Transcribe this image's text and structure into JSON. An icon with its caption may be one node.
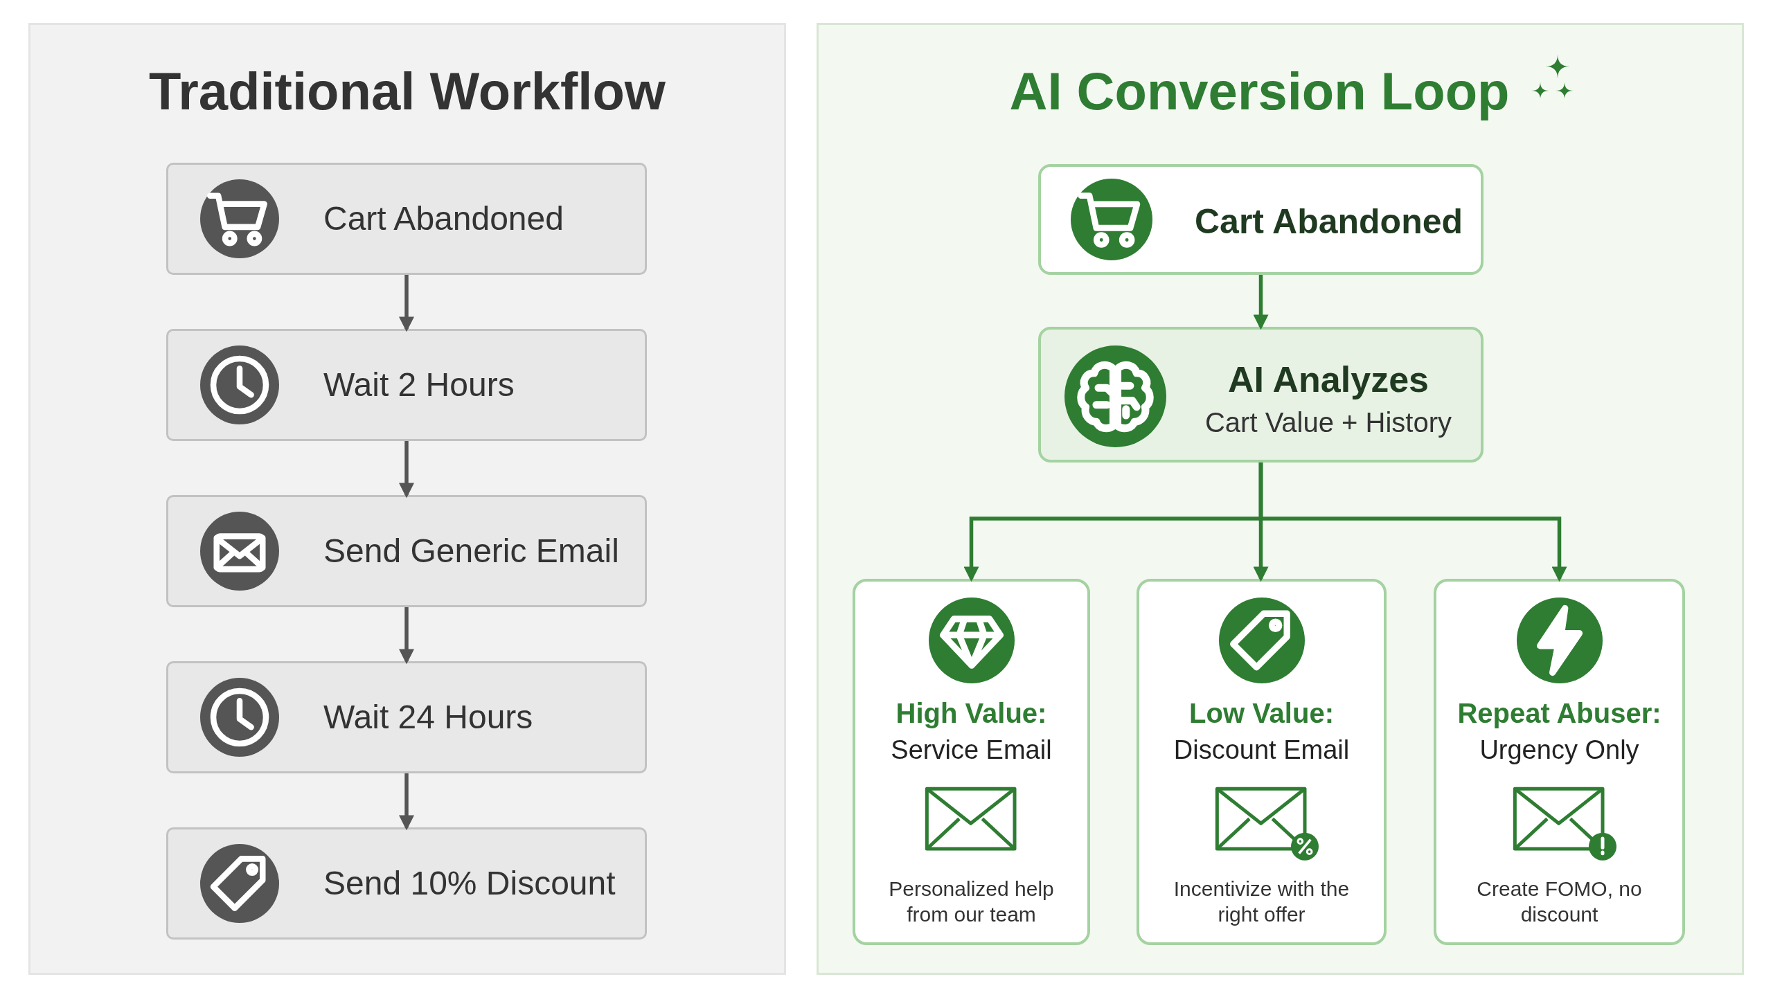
{
  "diagram": {
    "nodes": [
      {
        "text": [
          "Traditional Workflow"
        ]
      },
      {
        "text": [
          "Cart Abandoned"
        ],
        "in": 0
      },
      {
        "text": [
          "Wait 2 Hours"
        ],
        "in": 0
      },
      {
        "text": [
          "Send Generic Email"
        ],
        "in": 0
      },
      {
        "text": [
          "Wait 24 Hours"
        ],
        "in": 0
      },
      {
        "text": [
          "Send 10% Discount"
        ],
        "in": 0
      },
      {
        "text": [
          "AI Conversion Loop"
        ]
      },
      {
        "text": [
          "Cart Abandoned"
        ],
        "in": 6
      },
      {
        "text": [
          "AI Analyzes",
          "Cart Value + History"
        ],
        "in": 6
      },
      {
        "text": [
          "High Value:",
          "Service Email",
          "Personalized help from our team"
        ],
        "in": 6
      },
      {
        "text": [
          "Low Value:",
          "Discount Email",
          "Incentivize with the right offer"
        ],
        "in": 6
      },
      {
        "text": [
          "Repeat Abuser:",
          "Urgency Only",
          "Create FOMO, no discount"
        ],
        "in": 6
      }
    ],
    "edges": [
      {
        "from": 1,
        "to": 2,
        "arrow": "to"
      },
      {
        "from": 2,
        "to": 3,
        "arrow": "to"
      },
      {
        "from": 3,
        "to": 4,
        "arrow": "to"
      },
      {
        "from": 4,
        "to": 5,
        "arrow": "to"
      },
      {
        "from": 7,
        "to": 8,
        "arrow": "to",
        "color": "#2e7d32"
      },
      {
        "from": 8,
        "to": 9,
        "arrow": "to",
        "color": "#2e7d32"
      },
      {
        "from": 8,
        "to": 10,
        "arrow": "to",
        "color": "#2e7d32"
      },
      {
        "from": 8,
        "to": 11,
        "arrow": "to",
        "color": "#2e7d32"
      }
    ]
  }
}
